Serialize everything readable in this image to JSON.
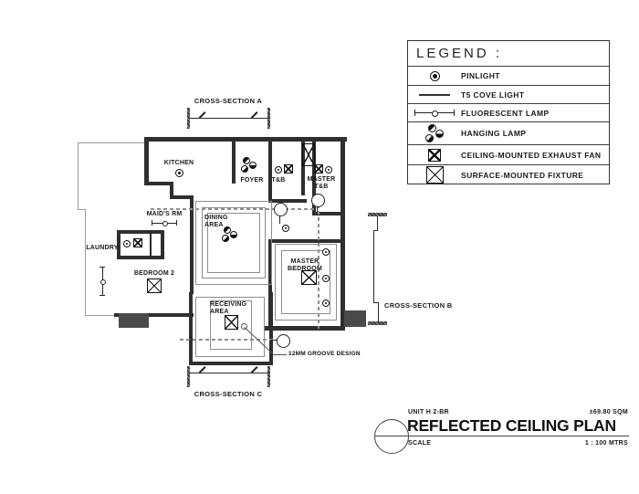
{
  "legend": {
    "title": "LEGEND :",
    "items": [
      {
        "icon": "pinlight-icon",
        "label": "PINLIGHT"
      },
      {
        "icon": "t5-cove-light-icon",
        "label": "T5 COVE LIGHT"
      },
      {
        "icon": "fluorescent-lamp-icon",
        "label": "FLUORESCENT LAMP"
      },
      {
        "icon": "hanging-lamp-icon",
        "label": "HANGING LAMP"
      },
      {
        "icon": "exhaust-fan-icon",
        "label": "CEILING-MOUNTED EXHAUST FAN"
      },
      {
        "icon": "surface-fixture-icon",
        "label": "SURFACE-MOUNTED FIXTURE"
      }
    ]
  },
  "plan": {
    "section_a": "CROSS-SECTION A",
    "section_b": "CROSS-SECTION B",
    "section_c": "CROSS-SECTION C",
    "rooms": {
      "kitchen": "KITCHEN",
      "foyer": "FOYER",
      "tb": "T&B",
      "master_tb": "MASTER\nT&B",
      "maids_rm": "MAID'S RM",
      "dining": "DINING\nAREA",
      "laundry": "LAUNDRY",
      "bedroom2": "BEDROOM 2",
      "master_bedroom": "MASTER BEDROOM",
      "receiving": "RECEIVING\nAREA"
    },
    "annotation": "12MM GROOVE DESIGN"
  },
  "title_block": {
    "unit": "UNIT H 2-BR",
    "area": "±69.80 SQM",
    "title": "REFLECTED CEILING PLAN",
    "scale_label": "SCALE",
    "scale_value": "1 : 100 MTRS"
  }
}
